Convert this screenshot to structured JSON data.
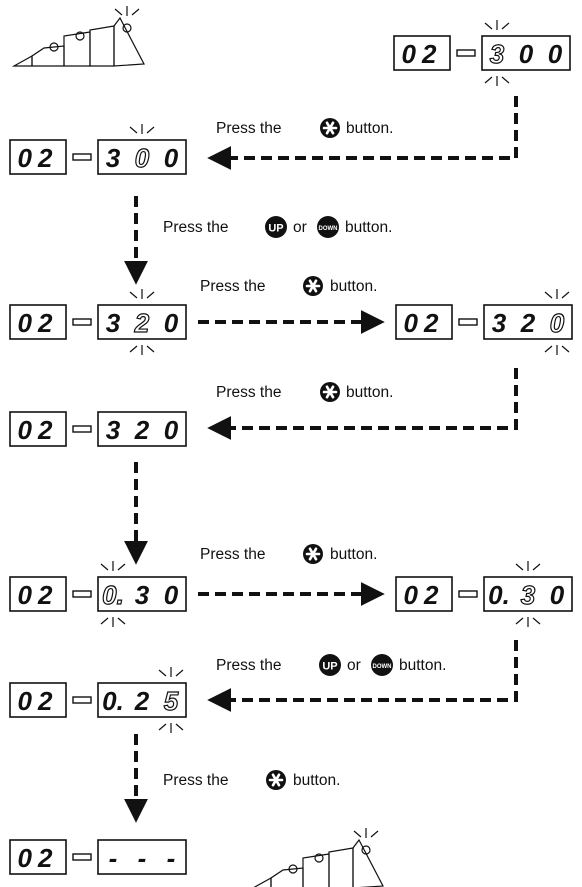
{
  "instructions": {
    "press_set_1": "Press the",
    "press_set_1_tail": "button.",
    "press_updown_1_a": "Press the",
    "press_updown_1_b": "or",
    "press_updown_1_c": "button.",
    "press_set_2": "Press the",
    "press_set_2_tail": "button.",
    "press_set_3": "Press the",
    "press_set_3_tail": "button.",
    "press_set_4": "Press the",
    "press_set_4_tail": "button.",
    "press_updown_2_a": "Press the",
    "press_updown_2_b": "or",
    "press_updown_2_c": "button.",
    "press_set_5": "Press the",
    "press_set_5_tail": "button."
  },
  "buttons": {
    "up_label": "UP",
    "down_label": "DOWN"
  },
  "displays": {
    "param_code": "02",
    "d1_value": "300",
    "d2_value": "300",
    "d3_value": "320",
    "d4_value": "320",
    "d5_value": "320",
    "d6_value": "0.30",
    "d7_value": "0.30",
    "d8_value": "0.25",
    "d9_value": "---"
  },
  "icons": {
    "set_button": "asterisk-button-icon",
    "up_button": "up-button-icon",
    "down_button": "down-button-icon",
    "level_indicator": "level-steps-icon",
    "blink": "blink-rays-icon"
  },
  "colors": {
    "ink": "#111111",
    "paper": "#ffffff"
  }
}
